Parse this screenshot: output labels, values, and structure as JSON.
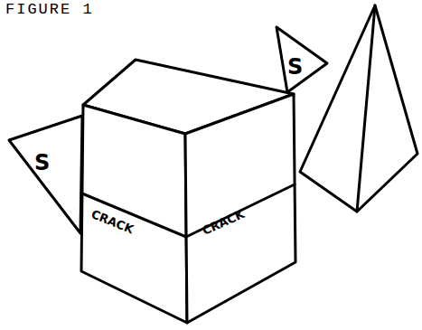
{
  "diagram": {
    "title": "FIGURE 1",
    "labels": [
      "S",
      "S",
      "CRACK",
      "CRACK"
    ]
  }
}
